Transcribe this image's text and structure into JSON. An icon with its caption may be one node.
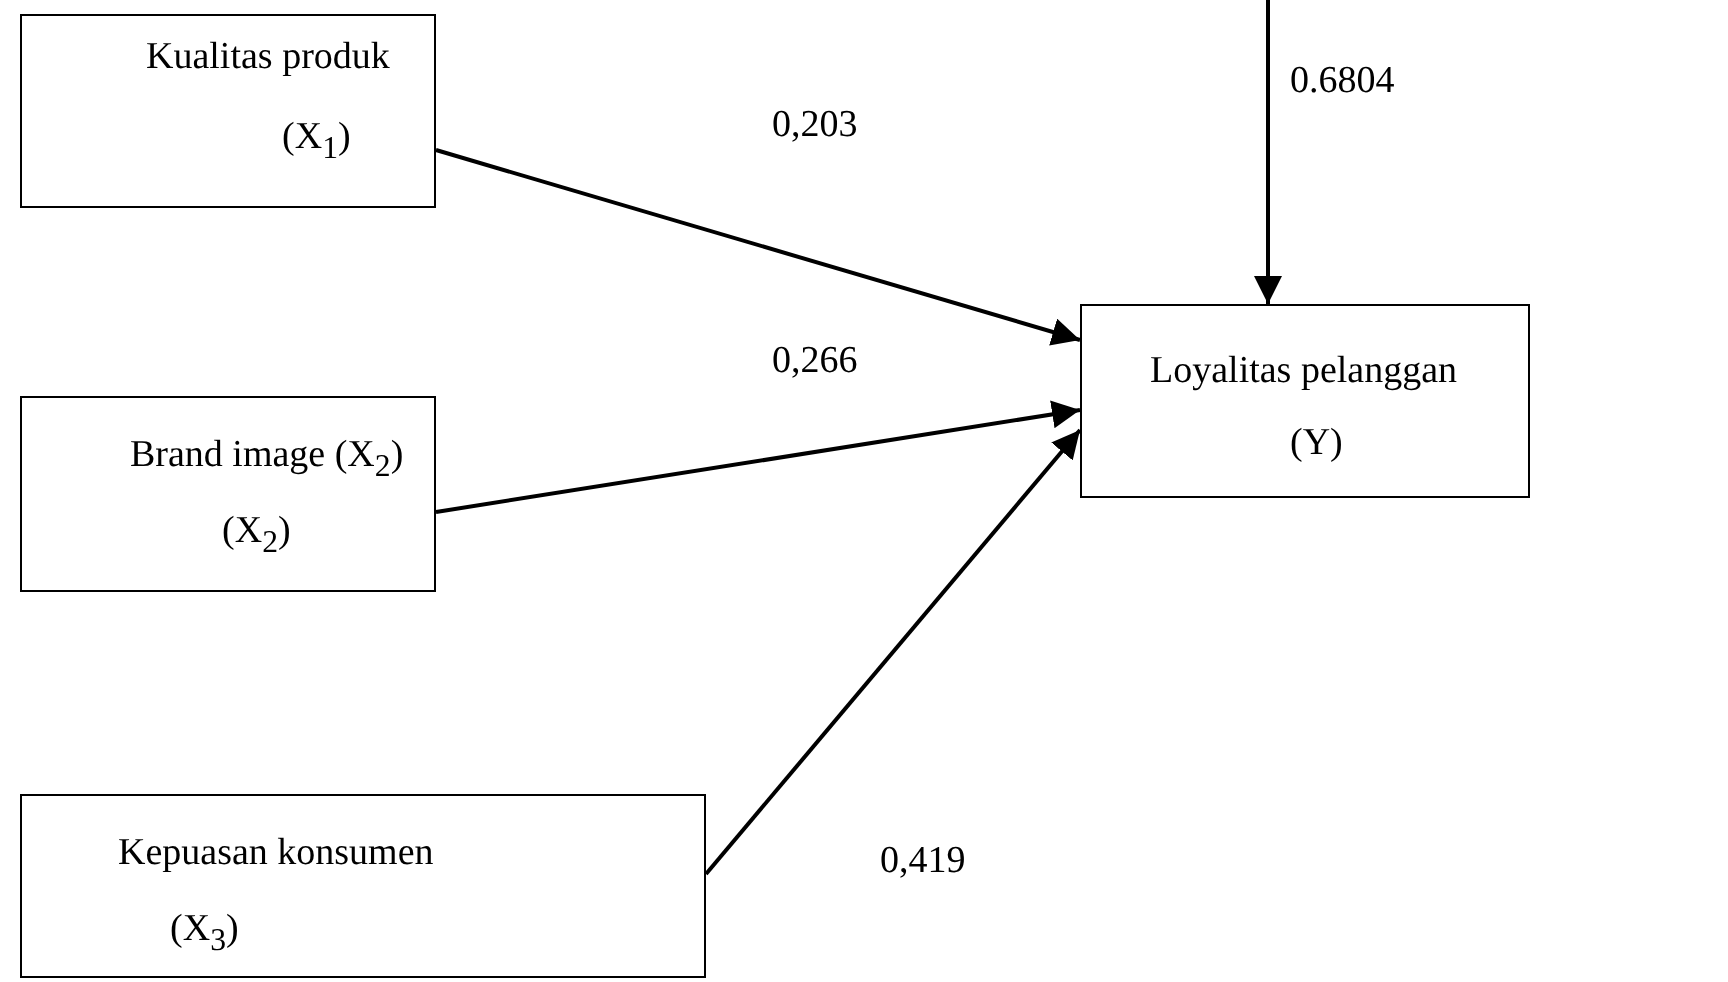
{
  "diagram": {
    "nodes": [
      {
        "text": [
          "Kualitas produk",
          "(X$_{1}$)"
        ]
      },
      {
        "text": [
          "Brand image (X$_{2}$)",
          "(X$_{2}$)"
        ]
      },
      {
        "text": [
          "Kepuasan konsumen",
          "(X$_{3}$)"
        ]
      },
      {
        "text": [
          "Loyalitas pelanggan",
          "(Y)"
        ]
      }
    ],
    "edges": [
      {
        "from": 0,
        "to": 3,
        "arrow": "to",
        "label": "0,203"
      },
      {
        "from": 1,
        "to": 3,
        "arrow": "to",
        "label": "0,266"
      },
      {
        "from": 2,
        "to": 3,
        "arrow": "to",
        "label": "0,419"
      },
      {
        "from": null,
        "to": 3,
        "arrow": "to",
        "label": "0.6804"
      }
    ]
  }
}
